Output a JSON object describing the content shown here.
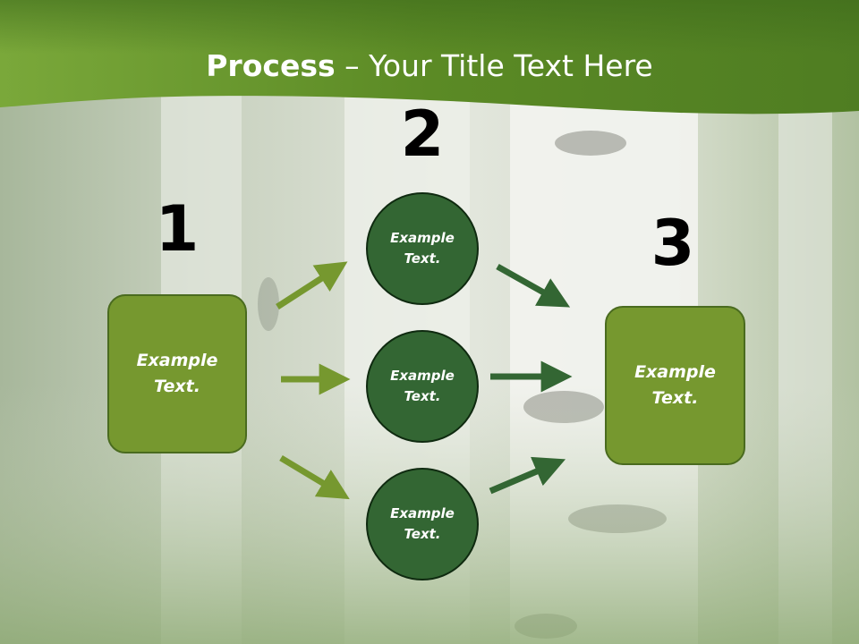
{
  "slide": {
    "title_bold": "Process",
    "title_rest": " – Your Title Text Here",
    "colors": {
      "header_green": "#6a9a2e",
      "box_green": "#76982f",
      "circle_green": "#336633",
      "arrow_light": "#76982f",
      "arrow_dark": "#336633"
    }
  },
  "steps": {
    "step1": {
      "number": "1",
      "label": "Example Text."
    },
    "step2": {
      "number": "2"
    },
    "step3": {
      "number": "3",
      "label": "Example Text."
    }
  },
  "circles": [
    {
      "label": "Example Text."
    },
    {
      "label": "Example Text."
    },
    {
      "label": "Example Text."
    }
  ]
}
